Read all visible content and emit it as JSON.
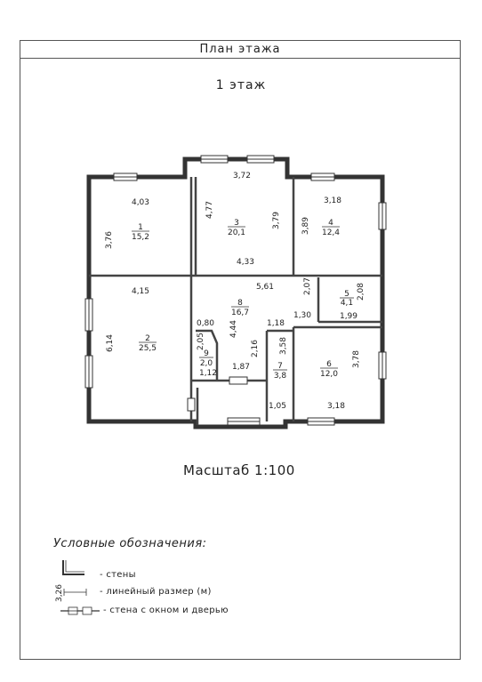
{
  "header": {
    "title": "План этажа"
  },
  "floor_label": "1 этаж",
  "scale_label": "Масштаб 1:100",
  "rooms": [
    {
      "number": "1",
      "area": "15,2"
    },
    {
      "number": "2",
      "area": "25,5"
    },
    {
      "number": "3",
      "area": "20,1"
    },
    {
      "number": "4",
      "area": "12,4"
    },
    {
      "number": "5",
      "area": "4,1"
    },
    {
      "number": "6",
      "area": "12,0"
    },
    {
      "number": "7",
      "area": "3,8"
    },
    {
      "number": "8",
      "area": "16,7"
    },
    {
      "number": "9",
      "area": "2,0"
    }
  ],
  "dimensions": [
    "4,03",
    "3,76",
    "3,72",
    "4,77",
    "3,79",
    "4,33",
    "3,18",
    "3,89",
    "4,15",
    "6,14",
    "5,61",
    "2,07",
    "2,08",
    "1,30",
    "1,99",
    "0,80",
    "4,44",
    "1,18",
    "2,05",
    "2,16",
    "3,58",
    "3,78",
    "1,12",
    "1,87",
    "1,05",
    "3,18"
  ],
  "legend": {
    "title": "Условные обозначения:",
    "sample_dimension": "3,26",
    "items": [
      {
        "label": "- стены"
      },
      {
        "label": "- линейный размер (м)"
      },
      {
        "label": "- стена с окном и дверью"
      }
    ]
  }
}
